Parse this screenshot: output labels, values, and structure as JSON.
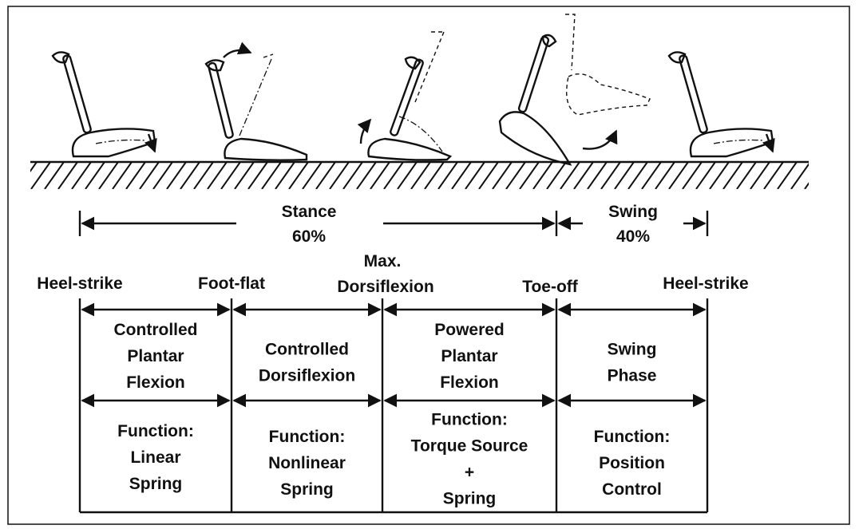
{
  "phases": {
    "stance_label": "Stance",
    "stance_percent": "60%",
    "swing_label": "Swing",
    "swing_percent": "40%"
  },
  "events": {
    "heel_strike_start": "Heel-strike",
    "foot_flat": "Foot-flat",
    "max_dorsiflexion_line1": "Max.",
    "max_dorsiflexion_line2": "Dorsiflexion",
    "toe_off": "Toe-off",
    "heel_strike_end": "Heel-strike"
  },
  "sub_phases": [
    {
      "lines": [
        "Controlled",
        "Plantar",
        "Flexion"
      ]
    },
    {
      "lines": [
        "Controlled",
        "Dorsiflexion"
      ]
    },
    {
      "lines": [
        "Powered",
        "Plantar",
        "Flexion"
      ]
    },
    {
      "lines": [
        "Swing",
        "Phase"
      ]
    }
  ],
  "functions": [
    {
      "lines": [
        "Function:",
        "Linear",
        "Spring"
      ]
    },
    {
      "lines": [
        "Function:",
        "Nonlinear",
        "Spring"
      ]
    },
    {
      "lines": [
        "Function:",
        "Torque Source",
        "+",
        "Spring"
      ]
    },
    {
      "lines": [
        "Function:",
        "Position",
        "Control"
      ]
    }
  ]
}
